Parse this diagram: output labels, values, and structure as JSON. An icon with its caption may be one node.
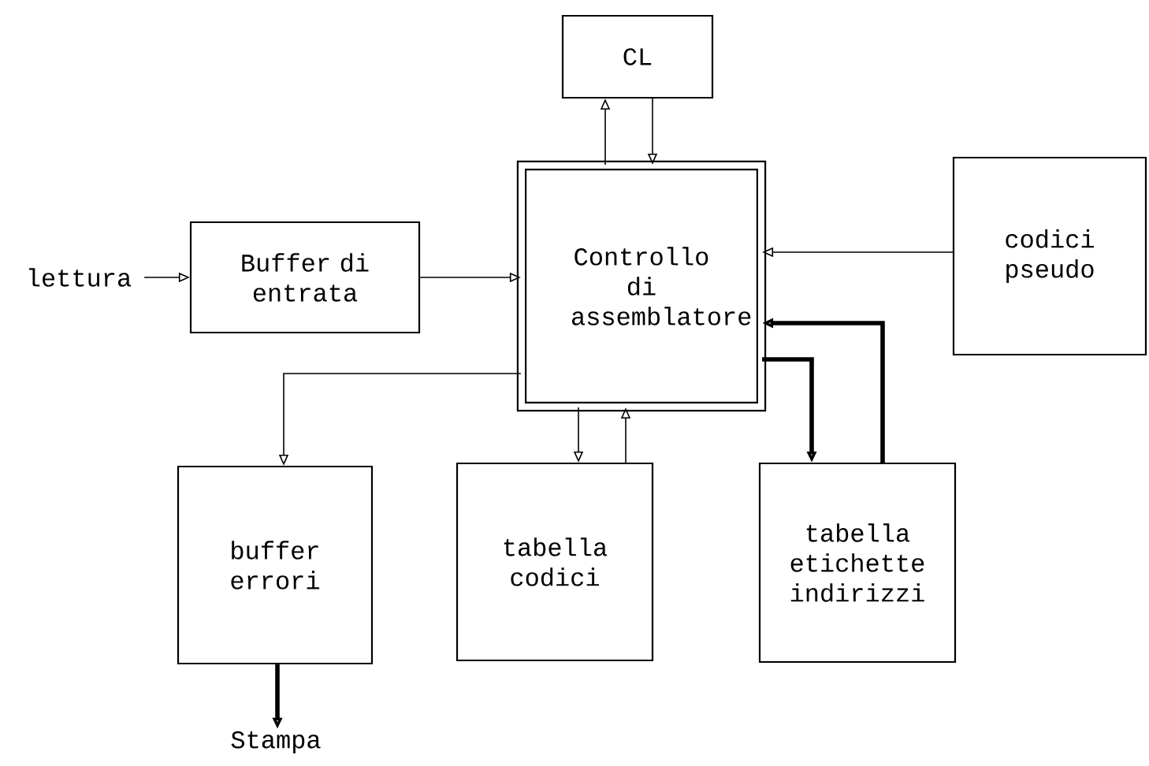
{
  "diagram": {
    "nodes": [
      {
        "text": [
          "lettura"
        ]
      },
      {
        "text": [
          "Buffer di entrata"
        ]
      },
      {
        "text": [
          "CL"
        ]
      },
      {
        "text": [
          "Controllo di assemblatore"
        ]
      },
      {
        "text": [
          "codici pseudo"
        ]
      },
      {
        "text": [
          "buffer errori"
        ]
      },
      {
        "text": [
          "tabella codici"
        ]
      },
      {
        "text": [
          "tabella etichette indirizzi"
        ]
      },
      {
        "text": [
          "Stampa"
        ]
      }
    ],
    "edges": [
      {
        "from": 0,
        "to": 1,
        "arrow": "to"
      },
      {
        "from": 1,
        "to": 3,
        "arrow": "to"
      },
      {
        "from": 3,
        "to": 2,
        "arrow": "to"
      },
      {
        "from": 2,
        "to": 3,
        "arrow": "to"
      },
      {
        "from": 4,
        "to": 3,
        "arrow": "to"
      },
      {
        "from": 7,
        "to": 3,
        "arrow": "to",
        "style": "thick"
      },
      {
        "from": 3,
        "to": 7,
        "arrow": "to",
        "style": "thick"
      },
      {
        "from": 3,
        "to": 5,
        "arrow": "to"
      },
      {
        "from": 3,
        "to": 6,
        "arrow": "to"
      },
      {
        "from": 6,
        "to": 3,
        "arrow": "to"
      },
      {
        "from": 5,
        "to": 8,
        "arrow": "to",
        "style": "thick"
      }
    ]
  }
}
